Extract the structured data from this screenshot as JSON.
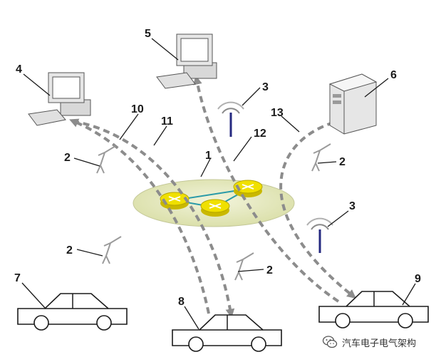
{
  "labels": {
    "network": "1",
    "roadside_unit_a": "2",
    "roadside_unit_b": "2",
    "roadside_unit_c": "2",
    "roadside_unit_d": "2",
    "base_station_top": "3",
    "base_station_right": "3",
    "computer_left": "4",
    "computer_top": "5",
    "server": "6",
    "vehicle_7": "7",
    "vehicle_8": "8",
    "vehicle_9": "9",
    "link_10": "10",
    "link_11": "11",
    "link_12": "12",
    "link_13": "13"
  },
  "watermark": {
    "text": "汽车电子电气架构",
    "icon": "wechat-logo"
  },
  "colors": {
    "network_ellipse": "#e4e8c4",
    "router": "#f0e000",
    "link_path": "#8c8c8c",
    "antenna": "#262a80",
    "line": "#1a1a1a"
  }
}
